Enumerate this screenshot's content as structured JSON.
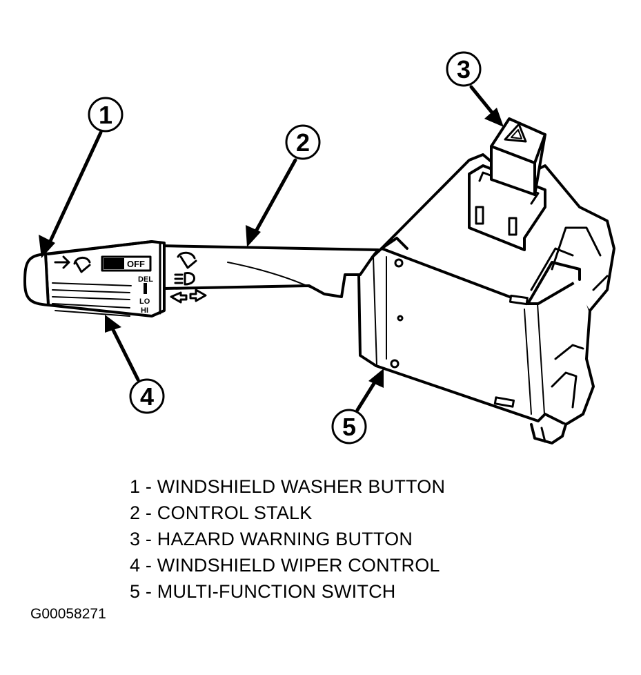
{
  "callouts": [
    {
      "num": "1",
      "name": "callout-1"
    },
    {
      "num": "2",
      "name": "callout-2"
    },
    {
      "num": "3",
      "name": "callout-3"
    },
    {
      "num": "4",
      "name": "callout-4"
    },
    {
      "num": "5",
      "name": "callout-5"
    }
  ],
  "knob_labels": {
    "off": "OFF",
    "del": "DEL",
    "lo": "LO",
    "hi": "HI"
  },
  "legend": [
    "1 - WINDSHIELD WASHER BUTTON",
    "2 - CONTROL STALK",
    "3 - HAZARD WARNING BUTTON",
    "4 - WINDSHIELD WIPER CONTROL",
    "5 - MULTI-FUNCTION SWITCH"
  ],
  "figure_id": "G00058271",
  "icons": [
    "washer-icon",
    "wiper-icon",
    "headlamp-icon",
    "turn-arrow-icon",
    "hazard-triangle-icon"
  ]
}
